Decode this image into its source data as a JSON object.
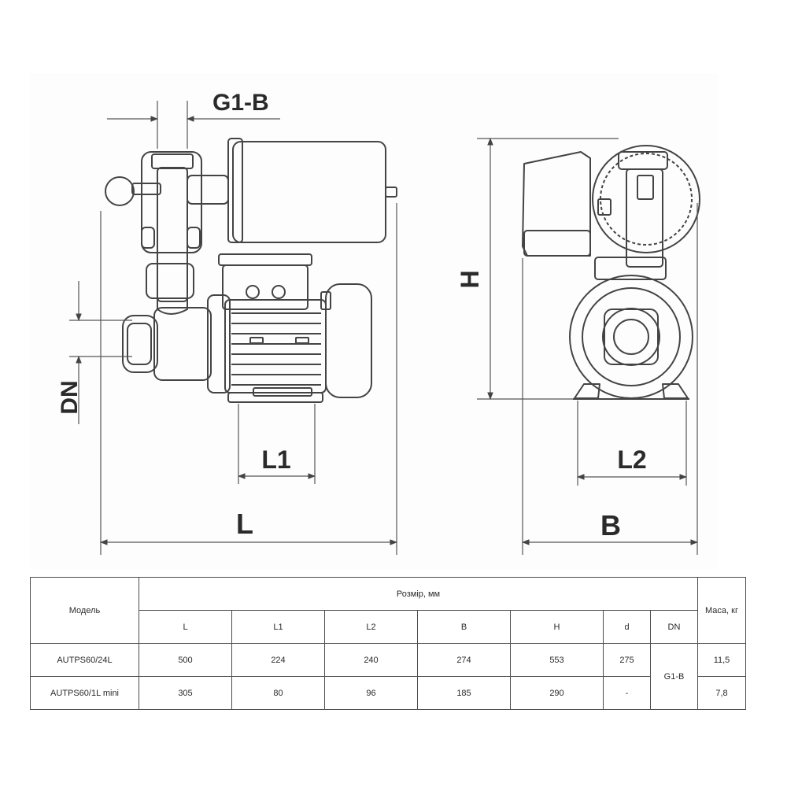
{
  "drawing": {
    "labels": {
      "g1b": "G1-B",
      "dn": "DN",
      "l1": "L1",
      "l": "L",
      "h": "H",
      "l2": "L2",
      "b": "B"
    }
  },
  "table": {
    "model_header": "Модель",
    "size_header": "Розмір, мм",
    "mass_header": "Маса, кг",
    "columns": [
      "L",
      "L1",
      "L2",
      "B",
      "H",
      "d",
      "DN"
    ],
    "rows": [
      {
        "model": "AUTPS60/24L",
        "L": "500",
        "L1": "224",
        "L2": "240",
        "B": "274",
        "H": "553",
        "d": "275",
        "mass": "11,5"
      },
      {
        "model": "AUTPS60/1L mini",
        "L": "305",
        "L1": "80",
        "L2": "96",
        "B": "185",
        "H": "290",
        "d": "-",
        "mass": "7,8"
      }
    ],
    "dn_value": "G1-B"
  }
}
